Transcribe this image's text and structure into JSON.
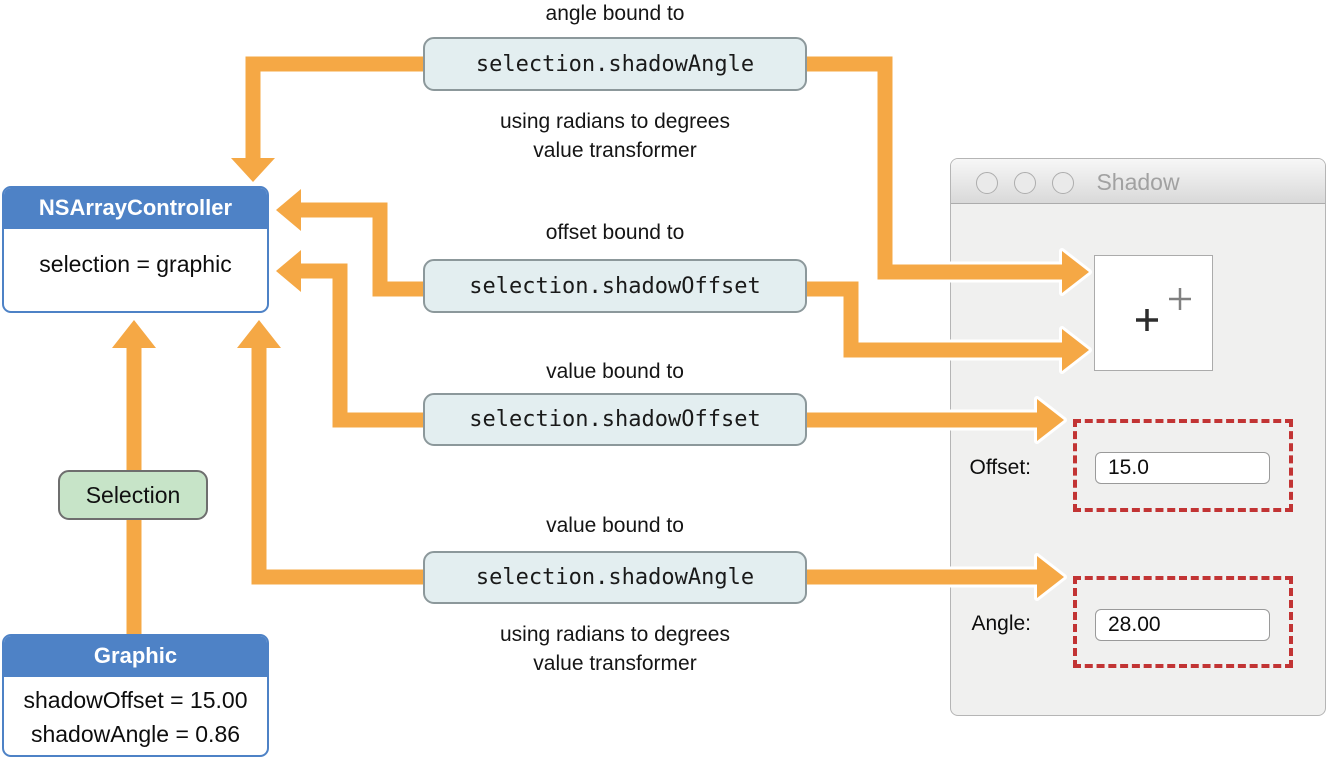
{
  "colors": {
    "arrow": "#f5a845",
    "blue_header": "#4e82c6",
    "binding_fill": "#e3eef0",
    "binding_border": "#8c989b",
    "selection_green": "#c7e4c8",
    "red_dashed": "#c23434",
    "window_title_gray": "#a1a1a1"
  },
  "diagram": {
    "controller": {
      "title": "NSArrayController",
      "detail": "selection = graphic"
    },
    "graphic": {
      "title": "Graphic",
      "line1": "shadowOffset = 15.00",
      "line2": "shadowAngle = 0.86"
    },
    "selection_label": "Selection",
    "bindings": [
      {
        "caption": "angle bound to",
        "key": "selection.shadowAngle",
        "note1": "using radians to degrees",
        "note2": "value transformer"
      },
      {
        "caption": "offset bound to",
        "key": "selection.shadowOffset"
      },
      {
        "caption": "value bound to",
        "key": "selection.shadowOffset"
      },
      {
        "caption": "value bound to",
        "key": "selection.shadowAngle",
        "note1": "using radians to degrees",
        "note2": "value transformer"
      }
    ]
  },
  "window": {
    "title": "Shadow",
    "fields": [
      {
        "label": "Offset:",
        "value": "15.0"
      },
      {
        "label": "Angle:",
        "value": "28.00"
      }
    ]
  }
}
